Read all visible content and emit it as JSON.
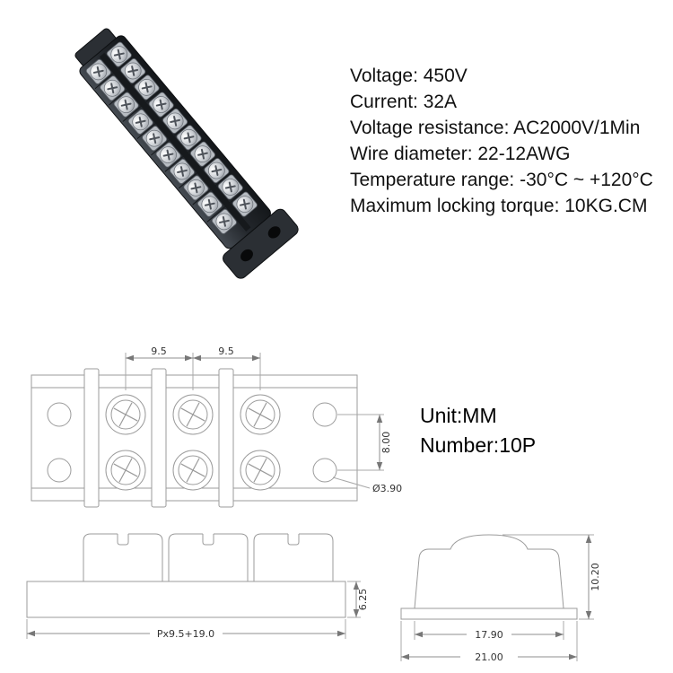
{
  "specs": {
    "lines": [
      "Voltage: 450V",
      "Current: 32A",
      "Voltage resistance: AC2000V/1Min",
      "Wire diameter: 22-12AWG",
      "Temperature range: -30°C ~ +120°C",
      "Maximum locking torque: 10KG.CM"
    ]
  },
  "drawing": {
    "unit_label": "Unit:MM",
    "number_label": "Number:10P",
    "dims": {
      "pitch_left": "9.5",
      "pitch_right": "9.5",
      "row_spacing": "8.00",
      "hole_dia": "Ø3.90",
      "front_base_height": "6.25",
      "front_length": "Px9.5+19.0",
      "end_height": "10.20",
      "end_inner_width": "17.90",
      "end_outer_width": "21.00"
    }
  }
}
